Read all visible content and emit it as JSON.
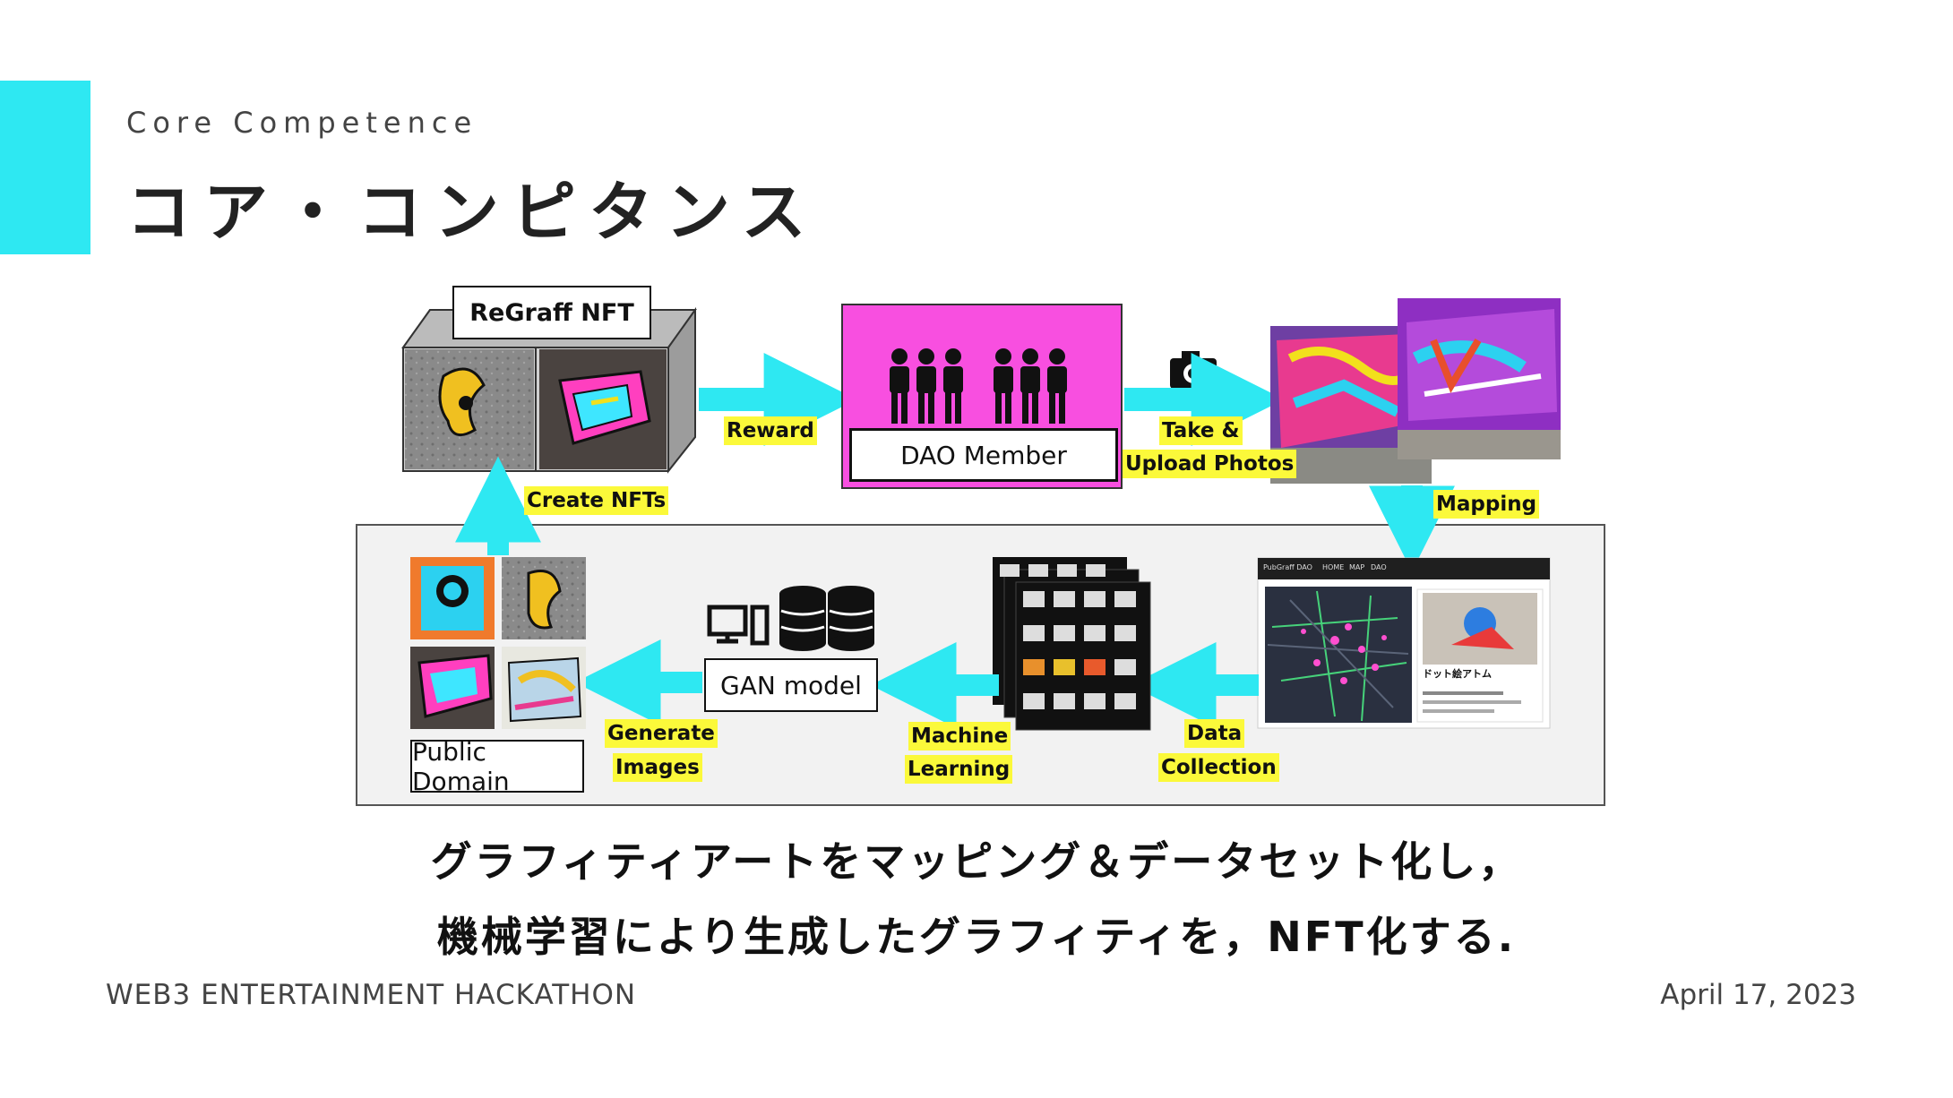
{
  "header": {
    "subtitle": "Core Competence",
    "title": "コア・コンピタンス"
  },
  "diagram": {
    "nft_box_label": "ReGraff NFT",
    "dao_box_label": "DAO Member",
    "gan_box_label": "GAN model",
    "public_domain_label": "Public Domain",
    "steps": {
      "reward": "Reward",
      "take_upload_1": "Take &",
      "take_upload_2": "Upload Photos",
      "mapping": "Mapping",
      "create_nfts": "Create NFTs",
      "generate_1": "Generate",
      "generate_2": "Images",
      "machine_1": "Machine",
      "machine_2": "Learning",
      "data_1": "Data",
      "data_2": "Collection"
    },
    "website": {
      "brand": "PubGraff DAO",
      "nav": [
        "HOME",
        "MAP",
        "DAO"
      ],
      "card_title": "ドット絵アトム"
    },
    "colors": {
      "accent": "#2ee8f2",
      "arrow": "#2ee8f2",
      "dao_fill": "#f84fe0",
      "highlight": "#fbf93a"
    }
  },
  "caption": {
    "line1": "グラフィティアートをマッピング＆データセット化し，",
    "line2": "機械学習により生成したグラフィティを，NFT化する."
  },
  "footer": {
    "event": "WEB3 ENTERTAINMENT HACKATHON",
    "date": "April 17, 2023"
  }
}
